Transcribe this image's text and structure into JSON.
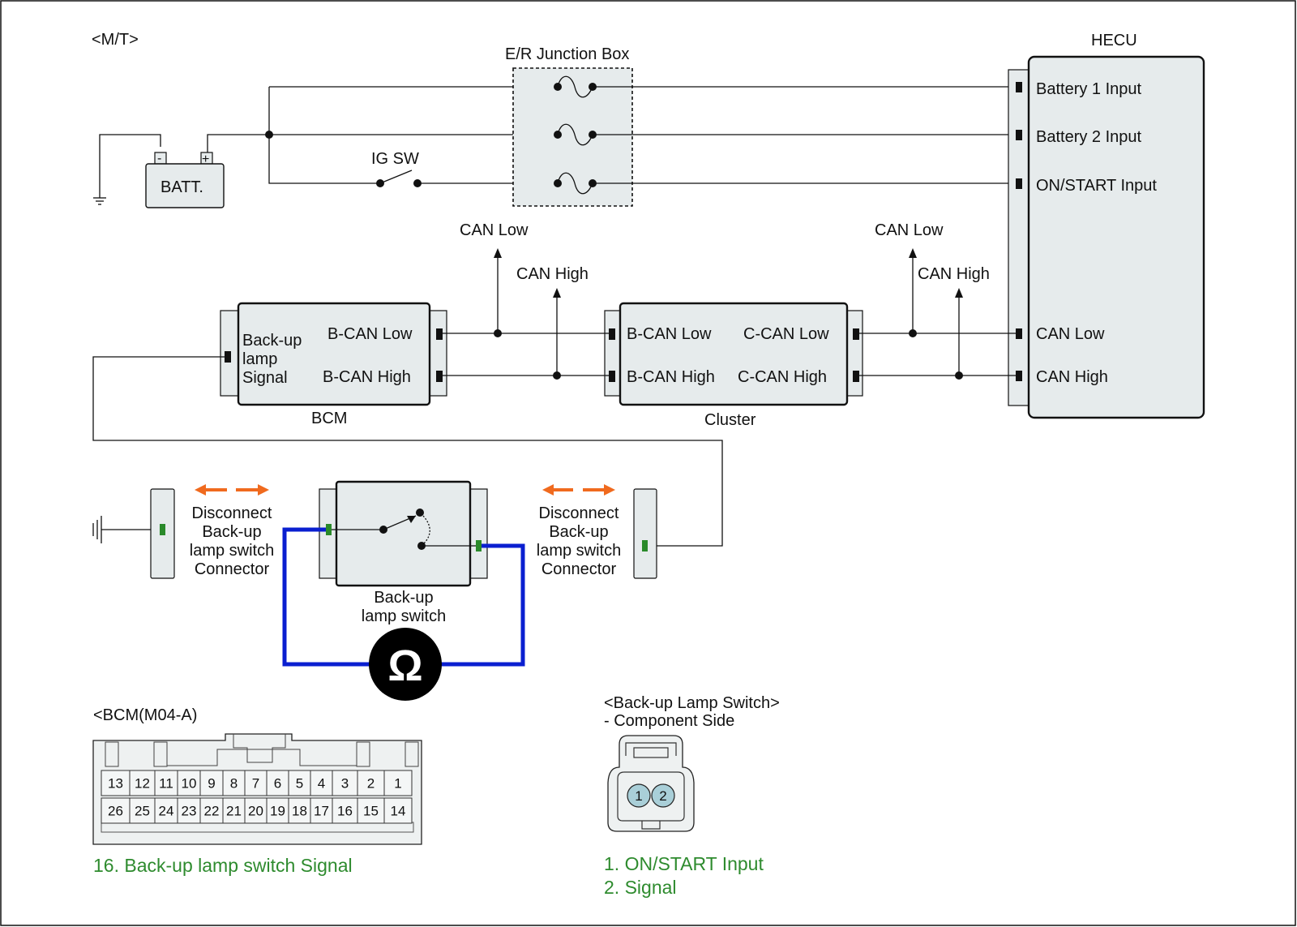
{
  "header": {
    "variant": "<M/T>"
  },
  "junction_box": {
    "label": "E/R Junction Box"
  },
  "battery": {
    "label": "BATT.",
    "minus": "-",
    "plus": "+"
  },
  "ig_switch": {
    "label": "IG SW"
  },
  "hecu": {
    "label": "HECU",
    "pins": [
      "Battery 1 Input",
      "Battery 2 Input",
      "ON/START Input",
      "CAN Low",
      "CAN High"
    ]
  },
  "can_left": {
    "low": "CAN Low",
    "high": "CAN High"
  },
  "can_right": {
    "low": "CAN Low",
    "high": "CAN High"
  },
  "bcm": {
    "label": "BCM",
    "signal_lines": [
      "Back-up",
      "lamp",
      "Signal"
    ],
    "can_low": "B-CAN Low",
    "can_high": "B-CAN High"
  },
  "cluster": {
    "label": "Cluster",
    "b_can_low": "B-CAN Low",
    "b_can_high": "B-CAN High",
    "c_can_low": "C-CAN Low",
    "c_can_high": "C-CAN High"
  },
  "disconnect_left": [
    "Disconnect",
    "Back-up",
    "lamp switch",
    "Connector"
  ],
  "disconnect_right": [
    "Disconnect",
    "Back-up",
    "lamp switch",
    "Connector"
  ],
  "backup_switch": {
    "lines": [
      "Back-up",
      "lamp switch"
    ]
  },
  "ohmmeter": {
    "symbol": "Ω"
  },
  "bcm_connector": {
    "title": "<BCM(M04-A)",
    "row1": [
      "13",
      "12",
      "11",
      "10",
      "9",
      "8",
      "7",
      "6",
      "5",
      "4",
      "3",
      "2",
      "1"
    ],
    "row2": [
      "26",
      "25",
      "24",
      "23",
      "22",
      "21",
      "20",
      "19",
      "18",
      "17",
      "16",
      "15",
      "14"
    ],
    "highlight": "16",
    "highlight_color": "#a9cfd8",
    "note": "16. Back-up lamp switch Signal"
  },
  "switch_connector": {
    "title": "<Back-up Lamp Switch>",
    "subtitle": "- Component Side",
    "pins": [
      "1",
      "2"
    ],
    "notes": [
      "1. ON/START Input",
      "2. Signal"
    ]
  },
  "colors": {
    "measure_wire": "#0a1fd0",
    "arrows": "#f06a1e",
    "note_text": "#2e8b2e",
    "box_fill": "#e6ebec"
  }
}
